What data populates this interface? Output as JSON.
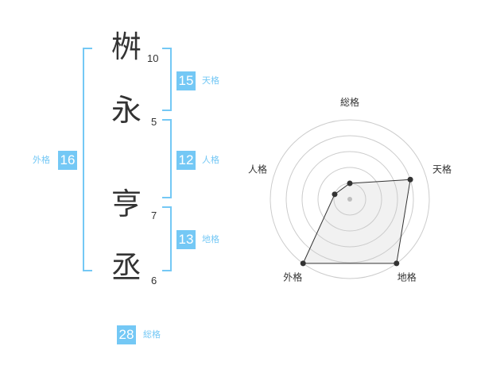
{
  "name_chars": [
    {
      "char": "桝",
      "strokes": "10"
    },
    {
      "char": "永",
      "strokes": "5"
    },
    {
      "char": "亨",
      "strokes": "7"
    },
    {
      "char": "丞",
      "strokes": "6"
    }
  ],
  "fortunes": {
    "tenkaku": {
      "value": "15",
      "label": "天格"
    },
    "jinkaku": {
      "value": "12",
      "label": "人格"
    },
    "chikaku": {
      "value": "13",
      "label": "地格"
    },
    "gaikaku": {
      "value": "16",
      "label": "外格"
    },
    "soukaku": {
      "value": "28",
      "label": "総格"
    }
  },
  "accent_color": "#74c8f5",
  "chart_data": {
    "type": "radar",
    "axes": [
      "総格",
      "天格",
      "地格",
      "外格",
      "人格"
    ],
    "values": [
      1,
      4,
      5,
      5,
      1
    ],
    "range": [
      0,
      5
    ],
    "rings": 5
  }
}
